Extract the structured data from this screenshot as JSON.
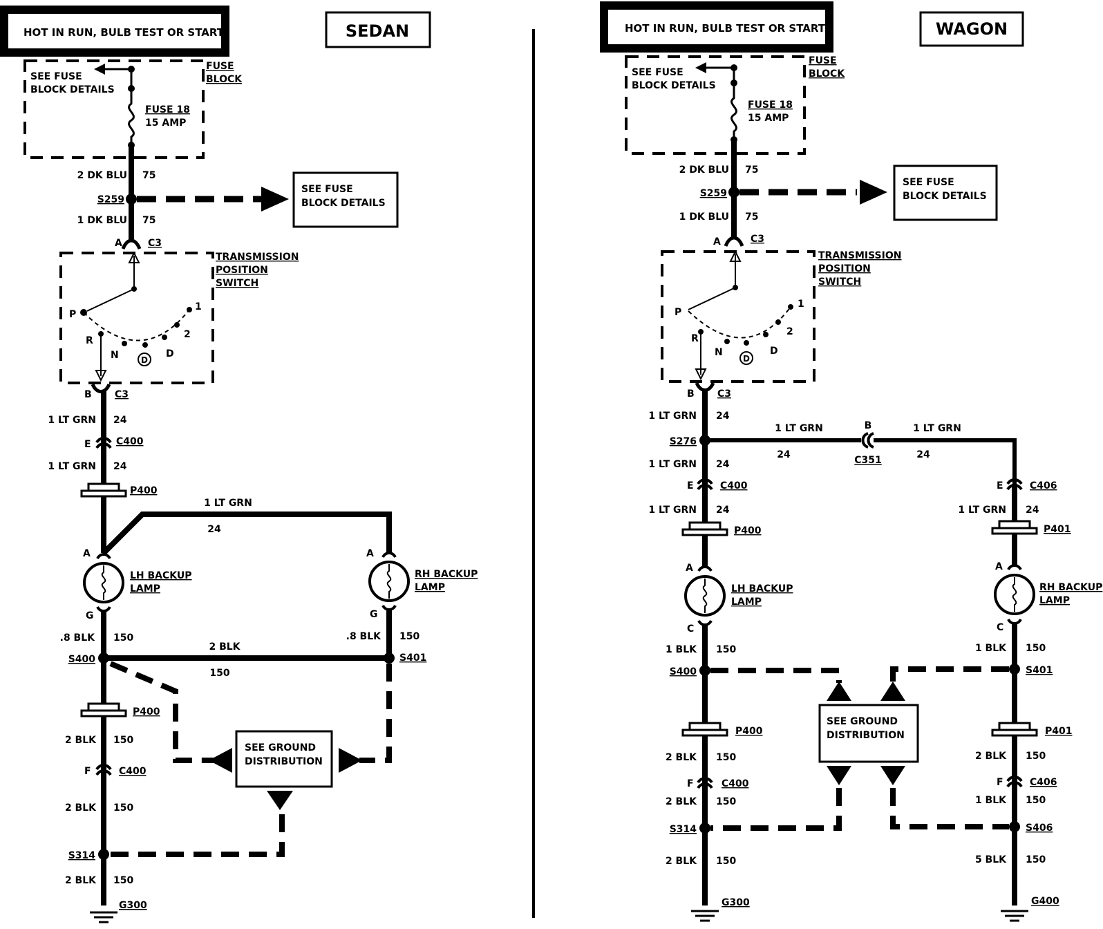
{
  "left": {
    "header": "HOT IN RUN, BULB TEST OR START",
    "title": "SEDAN",
    "fuse_block_details": [
      "SEE FUSE",
      "BLOCK DETAILS"
    ],
    "fuse_block": [
      "FUSE",
      "BLOCK"
    ],
    "fuse": [
      "FUSE 18",
      "15 AMP"
    ],
    "wire_top": "2 DK BLU",
    "wire_top_circuit": "75",
    "splice_top": "S259",
    "see_fuse_box": [
      "SEE FUSE",
      "BLOCK DETAILS"
    ],
    "wire_mid": "1 DK BLU",
    "wire_mid_circuit": "75",
    "conn_a": "A",
    "conn_c3": "C3",
    "tps": [
      "TRANSMISSION",
      "POSITION",
      "SWITCH"
    ],
    "gears": {
      "p": "P",
      "r": "R",
      "n": "N",
      "d_circle": "D",
      "d": "D",
      "two": "2",
      "one": "1"
    },
    "conn_b": "B",
    "conn_c3b": "C3",
    "wire_grn1": "1 LT GRN",
    "circ_24a": "24",
    "conn_e": "E",
    "c400": "C400",
    "wire_grn2": "1 LT GRN",
    "circ_24b": "24",
    "p400": "P400",
    "wire_grn_cross": "1 LT GRN",
    "circ_24c": "24",
    "lamp_a1": "A",
    "lamp_a2": "A",
    "lh_lamp": [
      "LH BACKUP",
      "LAMP"
    ],
    "rh_lamp": [
      "RH BACKUP",
      "LAMP"
    ],
    "lamp_g1": "G",
    "lamp_g2": "G",
    "blk08a": ".8 BLK",
    "c150a": "150",
    "blk08b": ".8 BLK",
    "c150b": "150",
    "blk2_cross": "2 BLK",
    "c150_cross": "150",
    "s400": "S400",
    "s401": "S401",
    "p400b": "P400",
    "blk2a": "2 BLK",
    "c150c": "150",
    "conn_f": "F",
    "c400b": "C400",
    "blk2b": "2 BLK",
    "c150d": "150",
    "ground_dist": [
      "SEE GROUND",
      "DISTRIBUTION"
    ],
    "s314": "S314",
    "blk2c": "2 BLK",
    "c150e": "150",
    "g300": "G300"
  },
  "right": {
    "header": "HOT IN RUN, BULB TEST OR START",
    "title": "WAGON",
    "fuse_block_details": [
      "SEE FUSE",
      "BLOCK DETAILS"
    ],
    "fuse_block": [
      "FUSE",
      "BLOCK"
    ],
    "fuse": [
      "FUSE 18",
      "15 AMP"
    ],
    "wire_top": "2 DK BLU",
    "wire_top_circuit": "75",
    "splice_top": "S259",
    "see_fuse_box": [
      "SEE FUSE",
      "BLOCK DETAILS"
    ],
    "wire_mid": "1 DK BLU",
    "wire_mid_circuit": "75",
    "conn_a": "A",
    "conn_c3": "C3",
    "tps": [
      "TRANSMISSION",
      "POSITION",
      "SWITCH"
    ],
    "gears": {
      "p": "P",
      "r": "R",
      "n": "N",
      "d_circle": "D",
      "d": "D",
      "two": "2",
      "one": "1"
    },
    "conn_b": "B",
    "conn_c3b": "C3",
    "wire_grn1": "1 LT GRN",
    "circ_24a": "24",
    "s276": "S276",
    "cross_grn1": "1 LT GRN",
    "cross_24a": "24",
    "cross_b": "B",
    "c351": "C351",
    "cross_grn2": "1 LT GRN",
    "cross_24b": "24",
    "wire_grn2": "1 LT GRN",
    "circ_24b": "24",
    "conn_e_l": "E",
    "c400": "C400",
    "wire_grn3": "1 LT GRN",
    "circ_24c": "24",
    "p400": "P400",
    "conn_e_r": "E",
    "c406": "C406",
    "wire_grn4": "1 LT GRN",
    "circ_24d": "24",
    "p401": "P401",
    "lamp_a1": "A",
    "lamp_a2": "A",
    "lh_lamp": [
      "LH BACKUP",
      "LAMP"
    ],
    "rh_lamp": [
      "RH BACKUP",
      "LAMP"
    ],
    "lamp_c1": "C",
    "lamp_c2": "C",
    "blk1a": "1 BLK",
    "c150a": "150",
    "blk1b": "1 BLK",
    "c150b": "150",
    "s400": "S400",
    "s401": "S401",
    "ground_dist": [
      "SEE GROUND",
      "DISTRIBUTION"
    ],
    "p400b": "P400",
    "p401b": "P401",
    "blk2a": "2 BLK",
    "c150c": "150",
    "blk2b": "2 BLK",
    "c150d": "150",
    "conn_f1": "F",
    "c400b": "C400",
    "conn_f2": "F",
    "c406b": "C406",
    "blk2c": "2 BLK",
    "c150e": "150",
    "blk1c": "1 BLK",
    "c150f": "150",
    "s314": "S314",
    "s406": "S406",
    "blk2d": "2 BLK",
    "c150g": "150",
    "blk5": "5 BLK",
    "c150h": "150",
    "g300": "G300",
    "g400": "G400"
  }
}
